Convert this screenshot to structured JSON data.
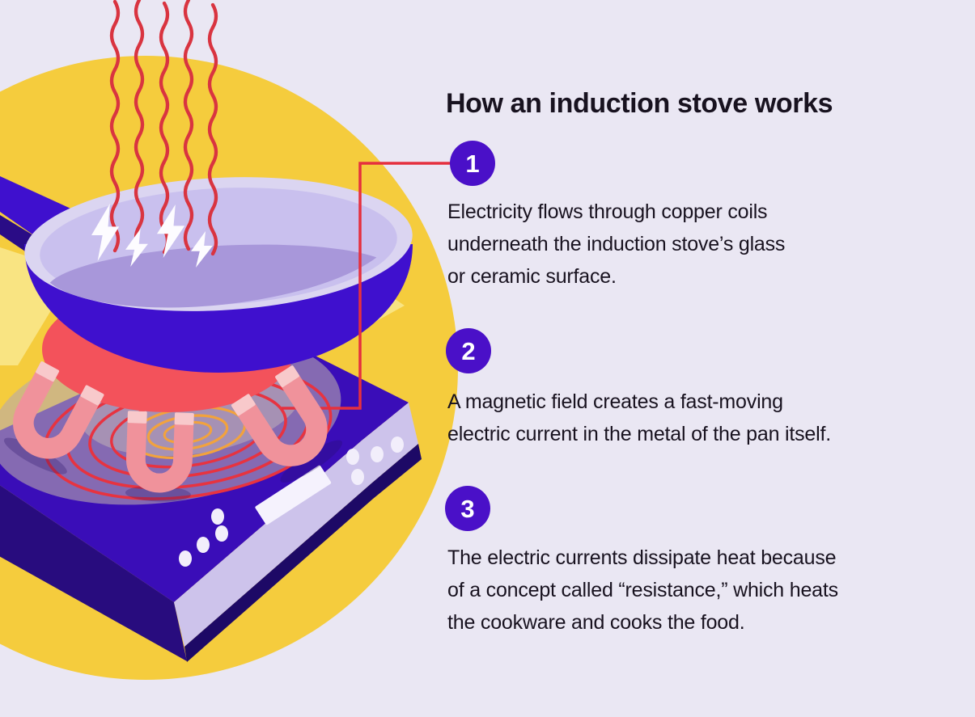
{
  "header": {
    "title": "How an induction stove works"
  },
  "steps": [
    {
      "number": "1",
      "lines": [
        "Electricity flows through copper coils",
        "underneath the induction stove’s glass",
        "or ceramic surface."
      ]
    },
    {
      "number": "2",
      "lines": [
        "A magnetic field creates a fast-moving",
        "electric current in the metal of the pan itself."
      ]
    },
    {
      "number": "3",
      "lines": [
        "The electric currents dissipate heat because",
        "of a concept called “resistance,” which heats",
        "the cookware and cooks the food."
      ]
    }
  ],
  "illustration": {
    "alt": "Isometric induction stove with a pan, rising heat waves, lightning bolts, horseshoe magnets and copper coil rings",
    "colors": {
      "background": "#eae7f3",
      "yellow_circle": "#f5cc3d",
      "highlight_beam": "#f9e88e",
      "pan_purple": "#3f10ce",
      "pan_rim": "#dbd5f1",
      "pan_inner": "#c9c0ee",
      "pan_liquid": "#a897da",
      "stove_top_purple": "#3a0db8",
      "stove_panel": "#cdc3eb",
      "stove_side_navy": "#280c7e",
      "heating_disc_red": "#f3525b",
      "coil_red": "#e73340",
      "coil_orange": "#f2a23d",
      "magnet_pink": "#f0929b",
      "magnet_tip_pink": "#f8c9cb",
      "steam_red": "#d93440",
      "bolt_white": "#fdfcff",
      "field_gray": "#b7a9ae",
      "step_circle": "#4a10c8",
      "connector_red": "#e5303e",
      "text": "#18121f"
    }
  }
}
